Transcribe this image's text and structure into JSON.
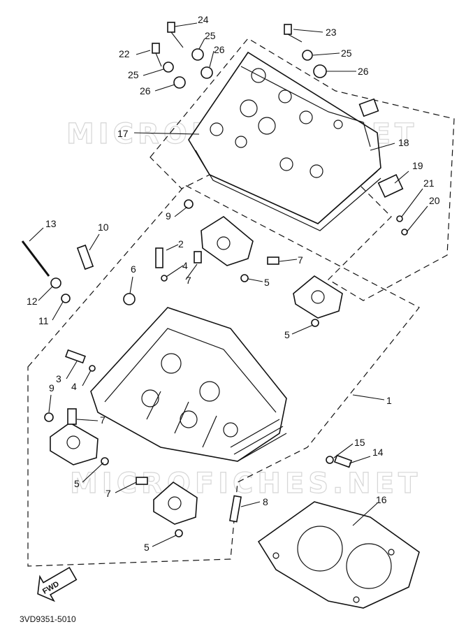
{
  "watermark": {
    "top": "MICROFICHES.NET",
    "bottom": "MICROFICHES.NET"
  },
  "fwd_arrow": {
    "label": "FWD"
  },
  "figure_code": "3VD9351-5010",
  "callouts": {
    "c1": "1",
    "c2": "2",
    "c3": "3",
    "c4": "4",
    "c5a": "5",
    "c5b": "5",
    "c5c": "5",
    "c5d": "5",
    "c6": "6",
    "c7a": "7",
    "c7b": "7",
    "c7c": "7",
    "c7d": "7",
    "c8": "8",
    "c9a": "9",
    "c9b": "9",
    "c10": "10",
    "c11": "11",
    "c12": "12",
    "c13": "13",
    "c14": "14",
    "c15": "15",
    "c16": "16",
    "c17": "17",
    "c18": "18",
    "c19": "19",
    "c20": "20",
    "c21": "21",
    "c22": "22",
    "c23": "23",
    "c24": "24",
    "c25a": "25",
    "c25b": "25",
    "c25c": "25",
    "c26a": "26",
    "c26b": "26",
    "c26c": "26"
  }
}
